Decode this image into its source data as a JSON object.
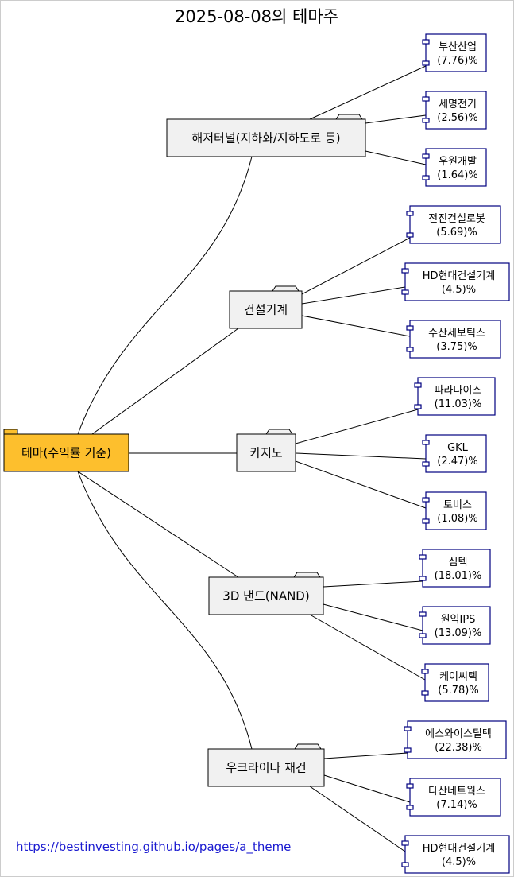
{
  "title": "2025-08-08의 테마주",
  "root": {
    "label": "테마(수익률 기준)"
  },
  "themes": [
    {
      "label": "해저터널(지하화/지하도로 등)",
      "stocks": [
        {
          "name": "부산산업",
          "ret": "(7.76)%"
        },
        {
          "name": "세명전기",
          "ret": "(2.56)%"
        },
        {
          "name": "우원개발",
          "ret": "(1.64)%"
        }
      ]
    },
    {
      "label": "건설기계",
      "stocks": [
        {
          "name": "전진건설로봇",
          "ret": "(5.69)%"
        },
        {
          "name": "HD현대건설기계",
          "ret": "(4.5)%"
        },
        {
          "name": "수산세보틱스",
          "ret": "(3.75)%"
        }
      ]
    },
    {
      "label": "카지노",
      "stocks": [
        {
          "name": "파라다이스",
          "ret": "(11.03)%"
        },
        {
          "name": "GKL",
          "ret": "(2.47)%"
        },
        {
          "name": "토비스",
          "ret": "(1.08)%"
        }
      ]
    },
    {
      "label": "3D 낸드(NAND)",
      "stocks": [
        {
          "name": "심텍",
          "ret": "(18.01)%"
        },
        {
          "name": "원익IPS",
          "ret": "(13.09)%"
        },
        {
          "name": "케이씨텍",
          "ret": "(5.78)%"
        }
      ]
    },
    {
      "label": "우크라이나 재건",
      "stocks": [
        {
          "name": "에스와이스틸텍",
          "ret": "(22.38)%"
        },
        {
          "name": "다산네트웍스",
          "ret": "(7.14)%"
        },
        {
          "name": "HD현대건설기계",
          "ret": "(4.5)%"
        }
      ]
    }
  ],
  "footer": {
    "link": "https://bestinvesting.github.io/pages/a_theme"
  },
  "colors": {
    "root_fill": "#fdbf2d",
    "theme_fill": "#f1f1f1",
    "stock_border": "#000080",
    "link": "#1a1ad0"
  }
}
